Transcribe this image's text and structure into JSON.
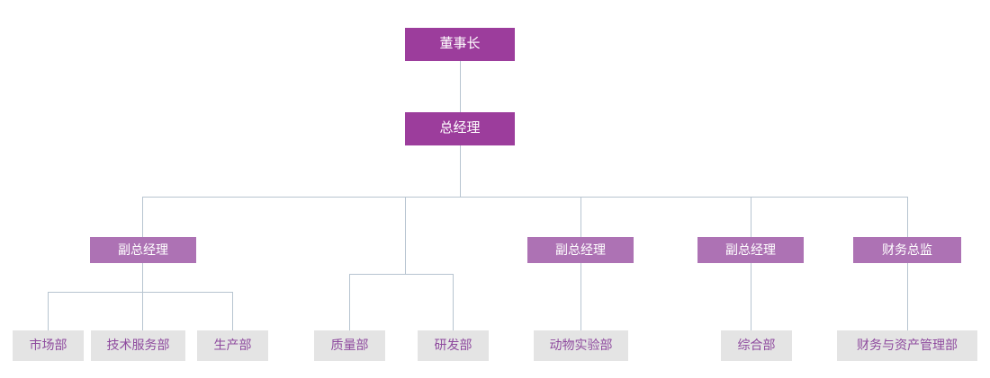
{
  "chart": {
    "title": "",
    "type": "org-chart",
    "palette": {
      "level1_fill": "#9c3d9c",
      "level1_text": "#ffffff",
      "level3_fill": "#ad72b4",
      "level3_text": "#ffffff",
      "leaf_fill": "#e4e4e4",
      "leaf_text": "#8e4a9e",
      "connector": "#b7c4d0",
      "background": "#ffffff"
    }
  },
  "nodes": {
    "chairman": {
      "label": "董事长"
    },
    "general_manager": {
      "label": "总经理"
    },
    "level3": [
      {
        "label": "副总经理"
      },
      {
        "label": "副总经理"
      },
      {
        "label": "副总经理"
      },
      {
        "label": "财务总监"
      }
    ],
    "leaves": [
      {
        "label": "市场部"
      },
      {
        "label": "技术服务部"
      },
      {
        "label": "生产部"
      },
      {
        "label": "质量部"
      },
      {
        "label": "研发部"
      },
      {
        "label": "动物实验部"
      },
      {
        "label": "综合部"
      },
      {
        "label": "财务与资产管理部"
      }
    ]
  },
  "hierarchy": {
    "root": "董事长",
    "child": "总经理",
    "branches": [
      {
        "manager": "副总经理",
        "departments": [
          "市场部",
          "技术服务部",
          "生产部"
        ]
      },
      {
        "manager": "",
        "departments": [
          "质量部",
          "研发部"
        ]
      },
      {
        "manager": "副总经理",
        "departments": [
          "动物实验部"
        ]
      },
      {
        "manager": "副总经理",
        "departments": [
          "综合部"
        ]
      },
      {
        "manager": "财务总监",
        "departments": [
          "财务与资产管理部"
        ]
      }
    ]
  }
}
